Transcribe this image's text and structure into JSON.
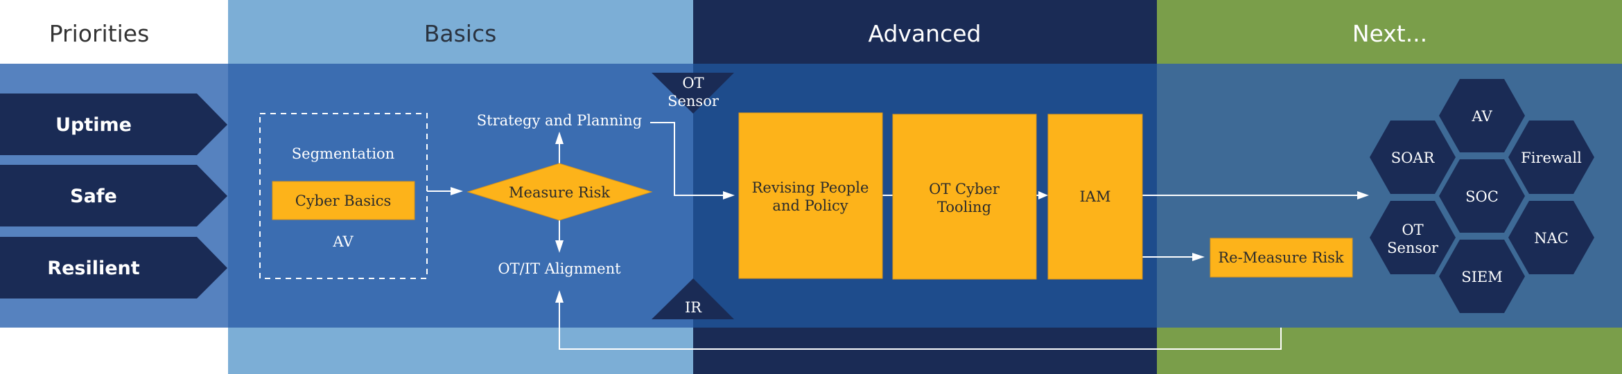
{
  "colors": {
    "header_priorities": "#ffffff",
    "header_basics": "#7caed6",
    "header_advanced": "#1a2b55",
    "header_next": "#7a9e4a",
    "body_priorities": "#5682bf",
    "body_basics": "#3b6db1",
    "body_advanced": "#1e4c8c",
    "body_next": "#3e6a96",
    "chevron": "#1a2b55",
    "accent_box": "#fdb31a",
    "hexagon": "#1a2b55",
    "text_dark": "#2b2b2b",
    "text_light": "#ffffff",
    "header_text_dark": "#333333"
  },
  "headers": {
    "priorities": "Priorities",
    "basics": "Basics",
    "advanced": "Advanced",
    "next": "Next..."
  },
  "priorities": [
    "Uptime",
    "Safe",
    "Resilient"
  ],
  "basics": {
    "segmentation": "Segmentation",
    "cyber_basics": "Cyber Basics",
    "av": "AV",
    "strategy": "Strategy and Planning",
    "measure_risk": "Measure Risk",
    "alignment": "OT/IT Alignment"
  },
  "boundary": {
    "ot_sensor_line1": "OT",
    "ot_sensor_line2": "Sensor",
    "ir": "IR"
  },
  "advanced": {
    "revising_line1": "Revising People",
    "revising_line2": "and Policy",
    "tooling_line1": "OT Cyber",
    "tooling_line2": "Tooling",
    "iam": "IAM"
  },
  "next": {
    "remeasure": "Re-Measure Risk",
    "hexagons": {
      "av": "AV",
      "soar": "SOAR",
      "firewall": "Firewall",
      "soc": "SOC",
      "ot_sensor_line1": "OT",
      "ot_sensor_line2": "Sensor",
      "nac": "NAC",
      "siem": "SIEM"
    }
  }
}
